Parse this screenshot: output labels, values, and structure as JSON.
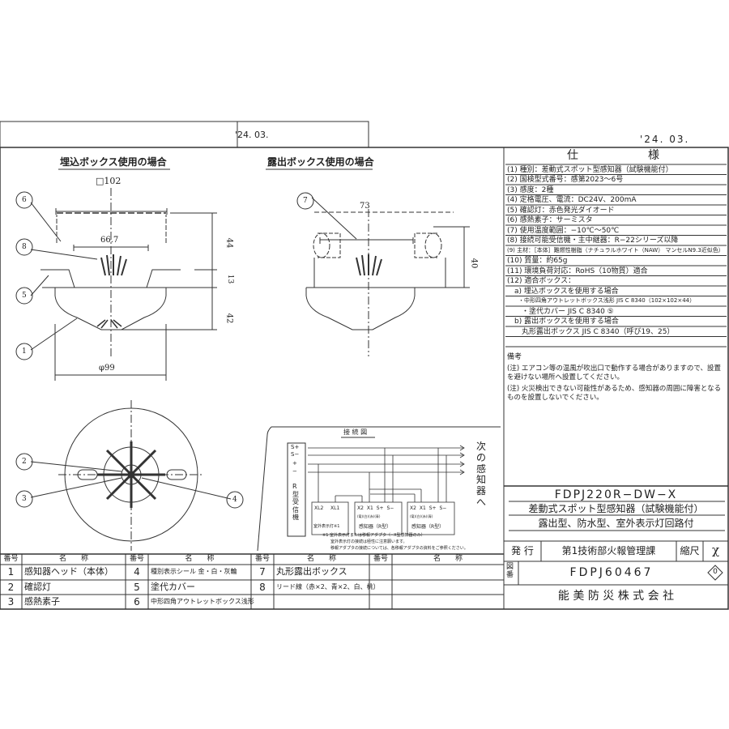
{
  "date": "'24. 03.",
  "views": {
    "embedded_title": "埋込ボックス使用の場合",
    "surface_title": "露出ボックス使用の場合"
  },
  "dimensions": {
    "box_width": "□102",
    "base_width": "66.7",
    "box_depth": "44",
    "cover": "13",
    "head_height": "42",
    "diameter": "φ99",
    "surface_width": "73",
    "surface_height": "40"
  },
  "callouts": [
    "1",
    "2",
    "3",
    "4",
    "5",
    "6",
    "7",
    "8"
  ],
  "wiring": {
    "title": "接 続 図",
    "receiver": "R型受信機",
    "terminals": [
      "S+",
      "S−",
      "+",
      "−"
    ],
    "next": "次の感知器へ",
    "unit1": {
      "terms": [
        "XL2",
        "XL1"
      ],
      "name": "室外表示灯※1"
    },
    "unit2": {
      "terms": [
        "X2",
        "X1",
        "S+",
        "S−"
      ],
      "colors": [
        "(竜)",
        "(白)",
        "(赤)",
        "(青)"
      ],
      "name": "感知器（R型）"
    },
    "notes": [
      "※1 室外表示灯または移報アダプタ（−X型感知器のみ）",
      "室外表示灯の接続は極性に注意願います。",
      "移報アダプタの接続については、各移報アダプタの資料をご参照ください。"
    ]
  },
  "spec": {
    "title_a": "仕",
    "title_b": "様",
    "rows": [
      "(1) 種別：差動式スポット型感知器（試験機能付）",
      "(2) 国検型式番号：感第2023〜6号",
      "(3) 感度：2種",
      "(4) 定格電圧、電流：DC24V、200mA",
      "(5) 確認灯：赤色発光ダイオード",
      "(6) 感熱素子：サーミスタ",
      "(7) 使用温度範囲：−10℃〜50℃",
      "(8) 接続可能受信機・主中継器：R−22シリーズ以降",
      "(9) 主材：［本体］難燃性樹脂（ナチュラルホワイト（NAW） マンセルN9.3近似色）",
      "(10) 質量：約65g",
      "(11) 環境負荷対応：RoHS（10物質）適合",
      "(12) 適合ボックス：",
      "　a) 埋込ボックスを使用する場合",
      "　　・中形四角アウトレットボックス浅形 JIS C 8340（102×102×44）",
      "　　・塗代カバー JIS C 8340 ⑤",
      "　b) 露出ボックスを使用する場合",
      "　　丸形露出ボックス JIS C 8340（呼び19、25）"
    ],
    "remarks_title": "備考",
    "remarks": [
      "(注) エアコン等の温風が吹出口で動作する場合がありますので、設置を避けない場所へ設置してください。",
      "(注) 火災検出できない可能性があるため、感知器の周囲に障害となるものを設置しないでください。"
    ]
  },
  "title_block": {
    "model": "FDPJ220R−DW−X",
    "desc1": "差動式スポット型感知器（試験機能付）",
    "desc2": "露出型、防水型、室外表示灯回路付",
    "issue_label": "発 行",
    "issuer": "第1技術部火報管理課",
    "scale_label": "縮尺",
    "scale": "χ",
    "drawing_no_label": "図番",
    "drawing_no": "FDPJ60467",
    "revision": "0",
    "company": "能 美 防 災 株 式 会 社"
  },
  "parts": {
    "header_no": "番号",
    "header_name": "名　　称",
    "items": [
      {
        "no": "1",
        "name": "感知器ヘッド（本体）"
      },
      {
        "no": "2",
        "name": "確認灯"
      },
      {
        "no": "3",
        "name": "感熱素子"
      },
      {
        "no": "4",
        "name": "種別表示シール 金・白・灰輪"
      },
      {
        "no": "5",
        "name": "塗代カバー"
      },
      {
        "no": "6",
        "name": "中形四角アウトレットボックス浅形"
      },
      {
        "no": "7",
        "name": "丸形露出ボックス"
      },
      {
        "no": "8",
        "name": "リード線（赤×2、青×2、白、桃）"
      }
    ]
  }
}
